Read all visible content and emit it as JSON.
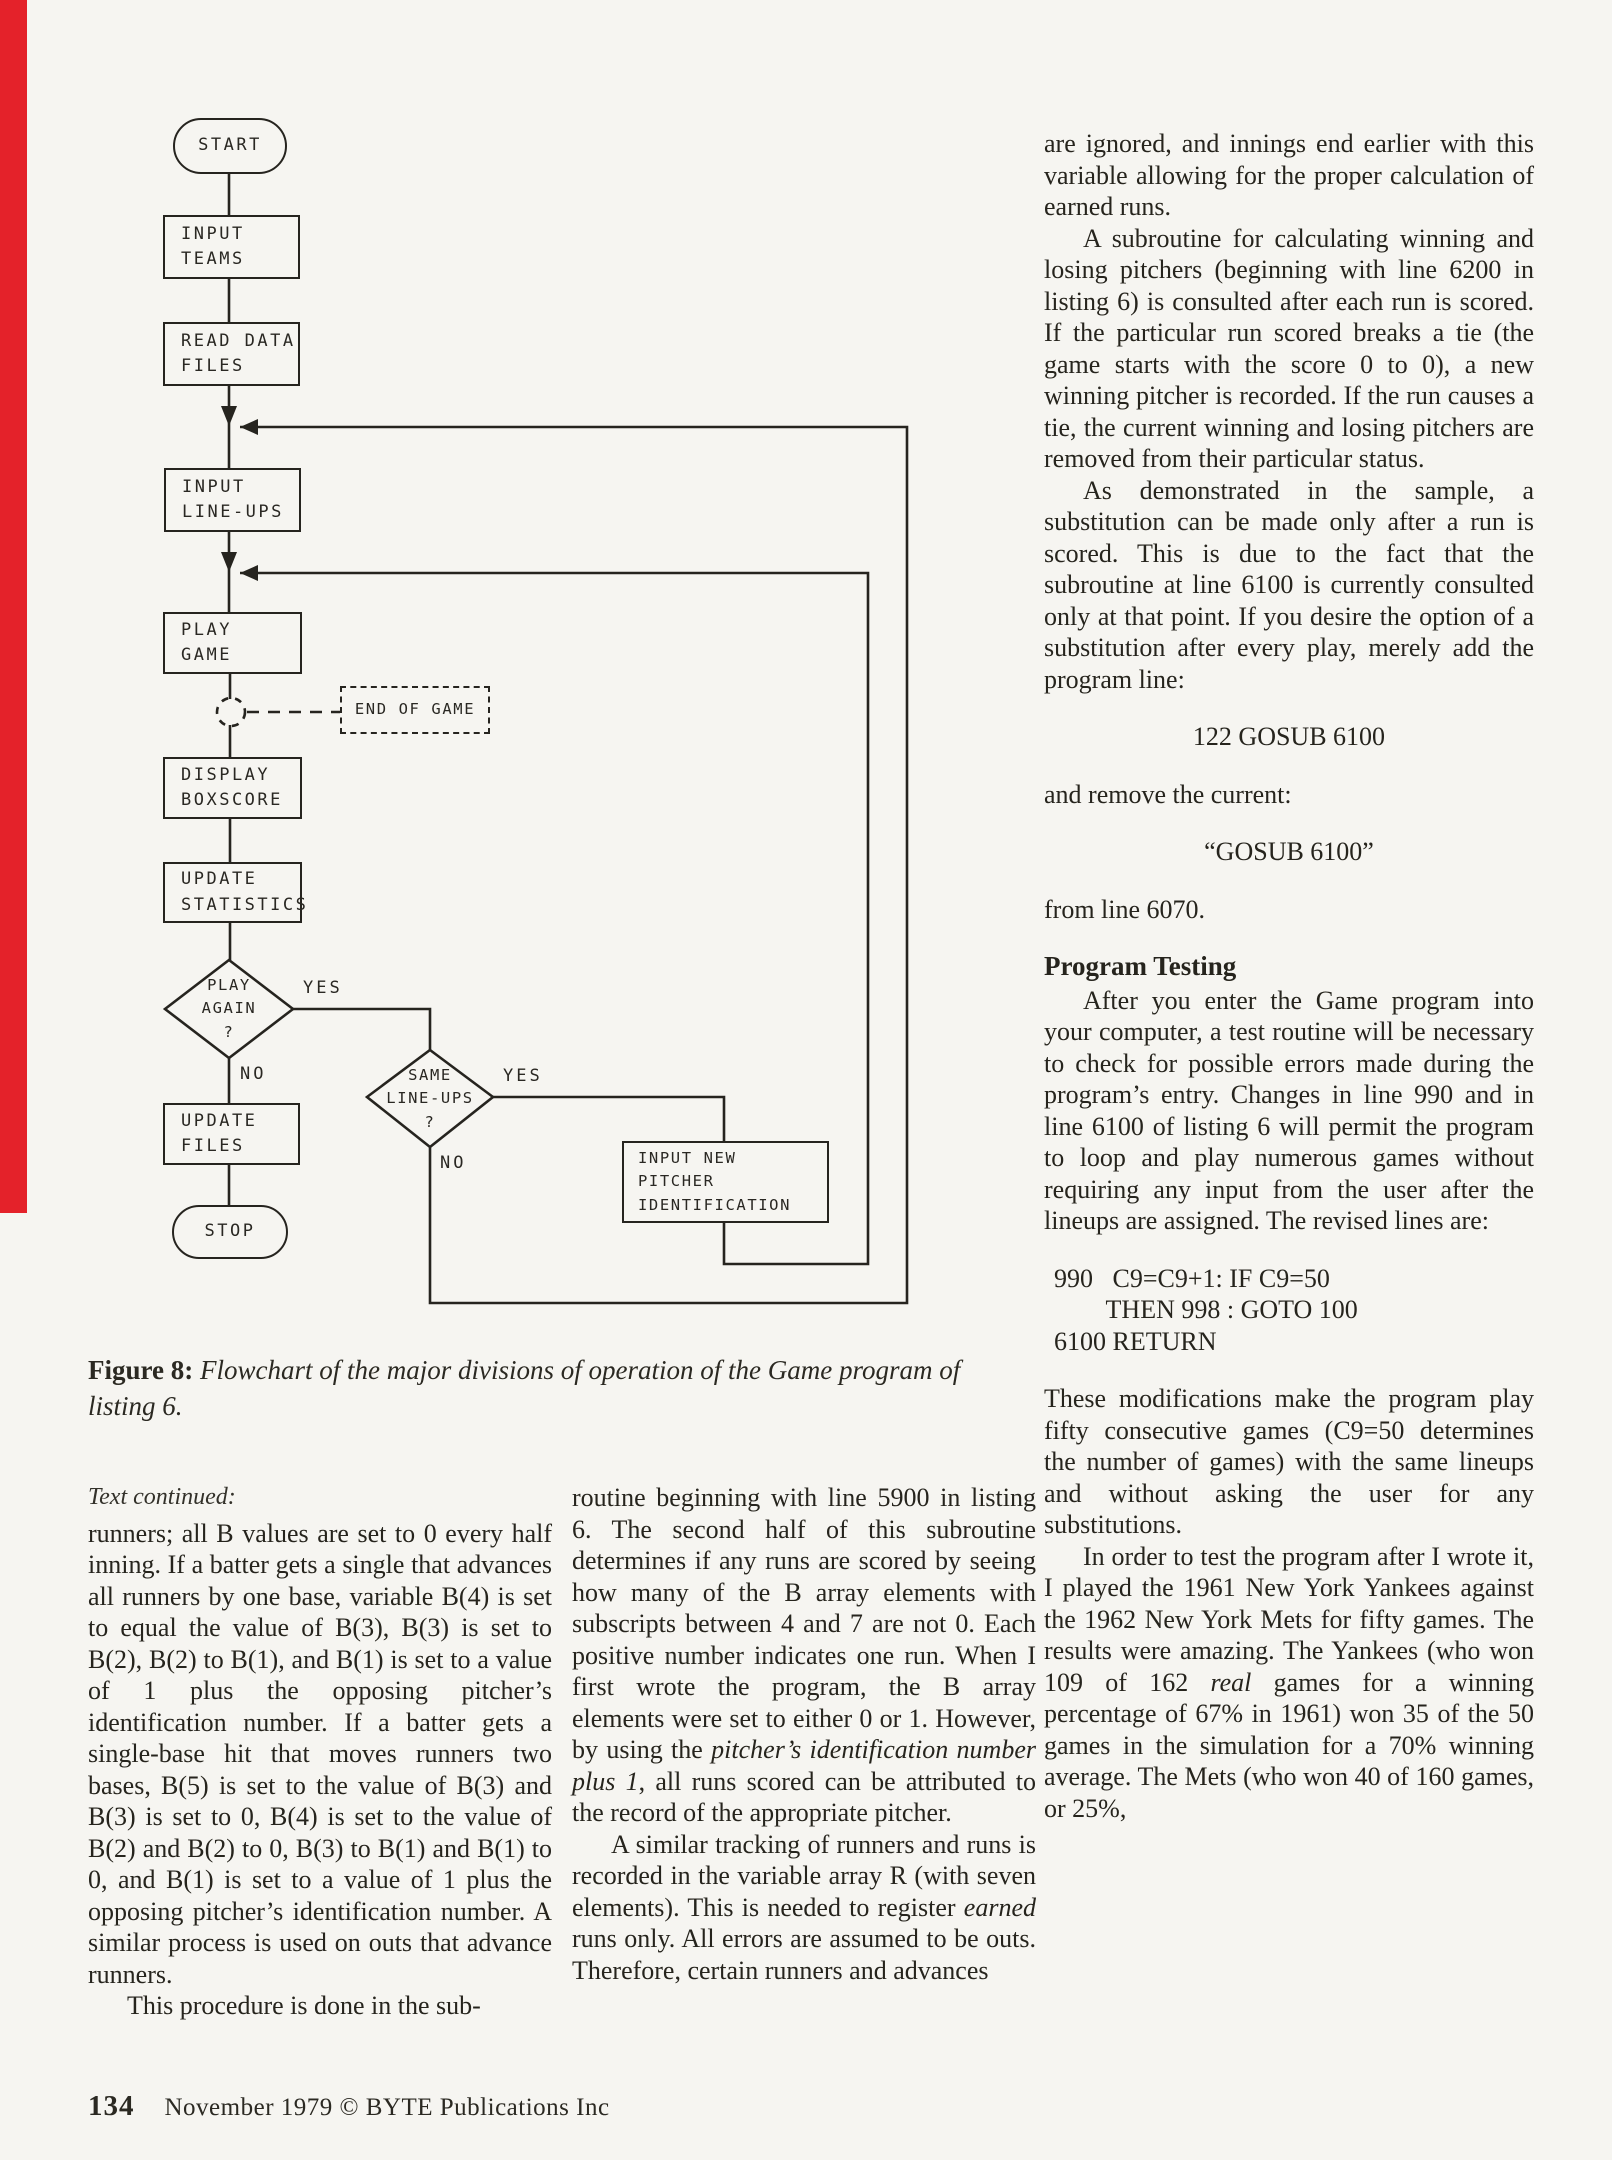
{
  "figure": {
    "caption_label": "Figure 8:",
    "caption_text": " Flowchart of the major divisions of operation of the Game program of listing 6.",
    "nodes": {
      "start": "START",
      "input_teams": "INPUT\nTEAMS",
      "read_data_files": "READ DATA\nFILES",
      "input_lineups": "INPUT\nLINE-UPS",
      "play_game": "PLAY\nGAME",
      "end_of_game": "END OF GAME",
      "display_boxscore": "DISPLAY\nBOXSCORE",
      "update_statistics": "UPDATE\nSTATISTICS",
      "play_again": "PLAY\nAGAIN\n?",
      "update_files": "UPDATE\nFILES",
      "stop": "STOP",
      "same_lineups": "SAME\nLINE-UPS\n?",
      "input_new_pitcher": "INPUT NEW\nPITCHER\nIDENTIFICATION"
    },
    "labels": {
      "yes_play_again": "YES",
      "no_play_again": "NO",
      "yes_same_lineups": "YES",
      "no_same_lineups": "NO"
    }
  },
  "columns": {
    "left": {
      "continued_label": "Text continued:",
      "p1": "runners; all B values are set to 0 every half inning. If a batter gets a single that advances all runners by one base, variable B(4) is set to equal the value of B(3), B(3) is set to B(2), B(2) to B(1), and B(1) is set to a value of 1 plus the opposing pitcher’s identification number. If a batter gets a single-base hit that moves runners two bases, B(5) is set to the value of B(3) and B(3) is set to 0, B(4) is set to the value of B(2) and B(2) to 0, B(3) to B(1) and B(1) to 0, and B(1) is set to a value of 1 plus the opposing pitcher’s identification number. A similar process is used on outs that advance runners.",
      "p2": "This procedure is done in the sub-"
    },
    "middle": {
      "p1": [
        {
          "t": "routine beginning with line 5900 in listing 6. The second half of this subroutine determines if any runs are scored by seeing how many of the B array elements with subscripts between 4 and 7 are not 0. Each positive number indicates one run. When I first wrote the program, the B array elements were set to either 0 or 1. However, by using the "
        },
        {
          "t": "pitcher’s identification number plus 1",
          "i": true
        },
        {
          "t": ", all runs scored can be attributed to the record of the appropriate pitcher."
        }
      ],
      "p2": [
        {
          "t": "A similar tracking of runners and runs is recorded in the variable array R (with seven elements). This is needed to register "
        },
        {
          "t": "earned",
          "i": true
        },
        {
          "t": " runs only. All errors are assumed to be outs. Therefore, certain runners and advances"
        }
      ]
    },
    "right": {
      "p1": "are ignored, and innings end earlier with this variable allowing for the proper calculation of earned runs.",
      "p2": "A subroutine for calculating winning and losing pitchers (beginning with line 6200 in listing 6) is consulted after each run is scored. If the particular run scored breaks a tie (the game starts with the score 0 to 0), a new winning pitcher is recorded. If the run causes a tie, the current winning and losing pitchers are removed from their particular status.",
      "p3": "As demonstrated in the sample, a substitution can be made only after a run is scored. This is due to the fact that the subroutine at line 6100 is currently consulted only at that point. If you desire the option of a substitution after every play, merely add the program line:",
      "code_add": "122 GOSUB 6100",
      "p4": "and remove the current:",
      "code_remove": "“GOSUB 6100”",
      "p5": "from line 6070.",
      "heading": "Program Testing",
      "p6": "After you enter the Game program into your computer, a test routine will be necessary to check for possible errors made during the program’s entry. Changes in line 990 and in line 6100 of listing 6 will permit the program to loop and play numerous games without requiring any input from the user after the lineups are assigned. The revised lines are:",
      "code_block": [
        "990   C9=C9+1: IF C9=50",
        "        THEN 998 : GOTO 100",
        "6100 RETURN"
      ],
      "p7": "These modifications make the program play fifty consecutive games (C9=50 determines the number of games) with the same lineups and without asking the user for any substitutions.",
      "p8": [
        {
          "t": "In order to test the program after I wrote it, I played the 1961 New York Yankees against the 1962 New York Mets for fifty games. The results were amazing. The Yankees (who won 109 of 162 "
        },
        {
          "t": "real",
          "i": true
        },
        {
          "t": " games for a winning percentage of 67% in 1961) won 35 of the 50 games in the simulation for a 70% winning average. The Mets (who won 40 of 160 games, or 25%,"
        }
      ]
    }
  },
  "footer": {
    "page_number": "134",
    "text": "November 1979 © BYTE Publications Inc"
  }
}
